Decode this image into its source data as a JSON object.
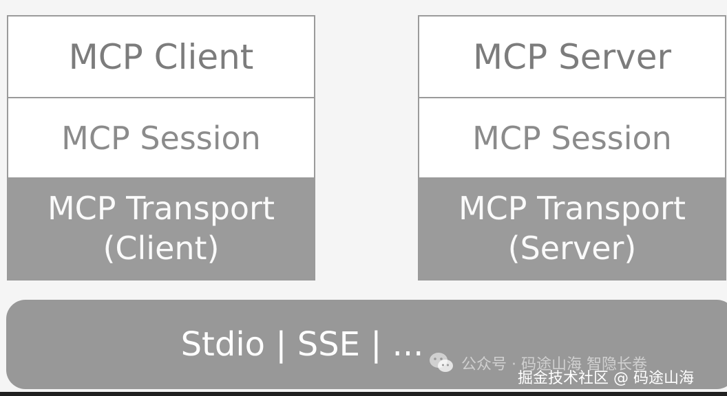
{
  "client_stack": {
    "top": "MCP Client",
    "middle": "MCP Session",
    "bottom_line1": "MCP Transport",
    "bottom_line2": "(Client)"
  },
  "server_stack": {
    "top": "MCP Server",
    "middle": "MCP Session",
    "bottom_line1": "MCP Transport",
    "bottom_line2": "(Server)"
  },
  "transport_bar": {
    "label": "Stdio | SSE | ..."
  },
  "watermark": {
    "line1": "公众号 · 码途山海 智隐长卷",
    "line2": "掘金技术社区 @ 码途山海",
    "icon": "wechat-icon"
  },
  "colors": {
    "box_fill": "#ffffff",
    "transport_fill": "#9b9b9b",
    "text_gray": "#7c7c7c",
    "text_white": "#fafafa"
  }
}
